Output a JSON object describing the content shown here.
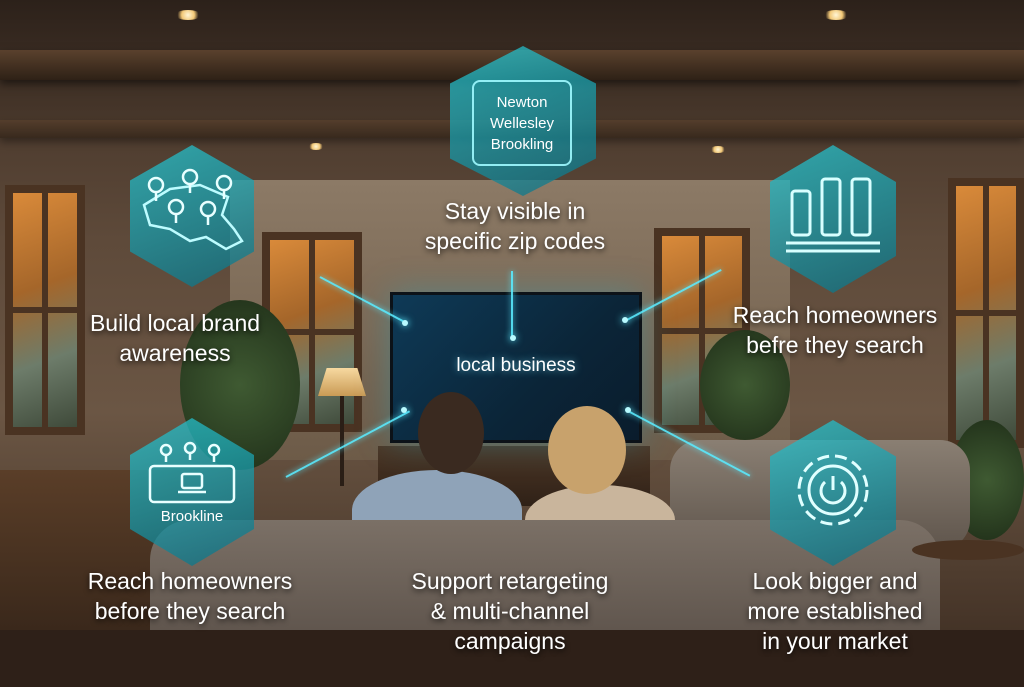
{
  "tv": {
    "label": "local business"
  },
  "zip_hex": {
    "lines": [
      "Newton",
      "Wellesley",
      "Brookling"
    ]
  },
  "captions": {
    "top": [
      "Stay visible in",
      "specific zip codes"
    ],
    "mid_left": [
      "Build local brand",
      "awareness"
    ],
    "mid_right": [
      "Reach homeowners",
      "befre they search"
    ],
    "bottom_left": [
      "Reach homeowners",
      "before they search"
    ],
    "bottom_center": [
      "Support retargeting",
      "& multi-channel",
      "campaigns"
    ],
    "bottom_right": [
      "Look bigger and",
      "more established",
      "in your market"
    ]
  },
  "brookline_hex": {
    "label": "Brookline"
  },
  "colors": {
    "accent": "#5ee8ff",
    "hex_fill": "#1fa9b8",
    "text": "#ffffff"
  },
  "icons": [
    "map-pins-icon",
    "bar-chart-icon",
    "location-board-icon",
    "power-gear-icon"
  ]
}
